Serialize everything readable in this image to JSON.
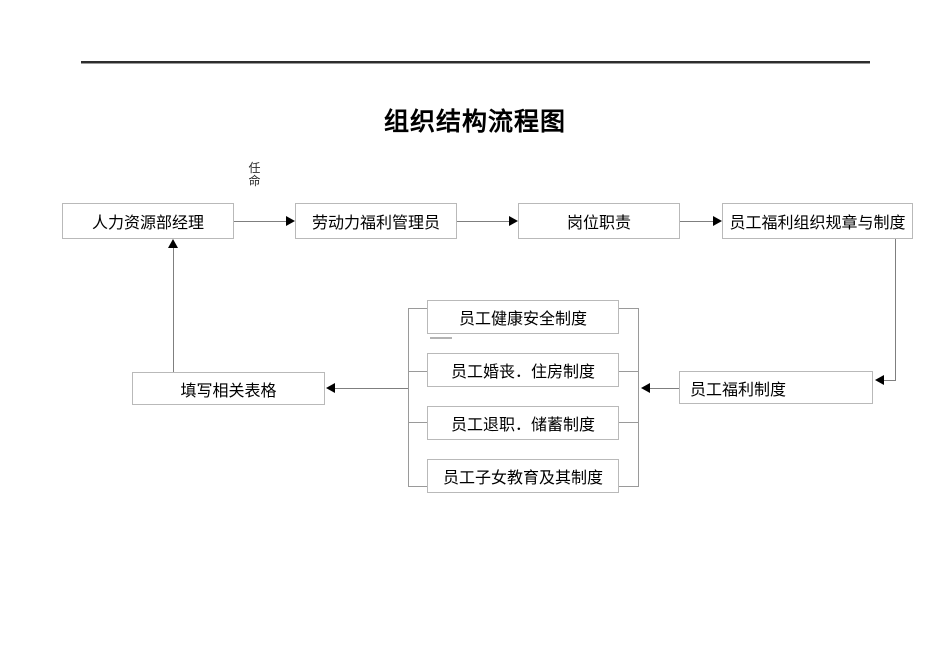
{
  "title": "组织结构流程图",
  "edge_label": "任命",
  "nodes": {
    "hr_manager": "人力资源部经理",
    "labor_welfare_admin": "劳动力福利管理员",
    "job_duties": "岗位职责",
    "welfare_org_rules": "员工福利组织规章与制度",
    "employee_welfare_system": "员工福利制度",
    "health_safety": "员工健康安全制度",
    "marriage_housing": "员工婚丧．住房制度",
    "retirement_savings": "员工退职．储蓄制度",
    "children_education": "员工子女教育及其制度",
    "fill_forms": "填写相关表格"
  },
  "colors": {
    "box_border": "#b9b9b9",
    "connector_line": "#7f7f7f",
    "bracket_line": "#9a9a9a",
    "arrowhead": "#000000",
    "text": "#000000",
    "header_rule": "#2d2d2d"
  }
}
